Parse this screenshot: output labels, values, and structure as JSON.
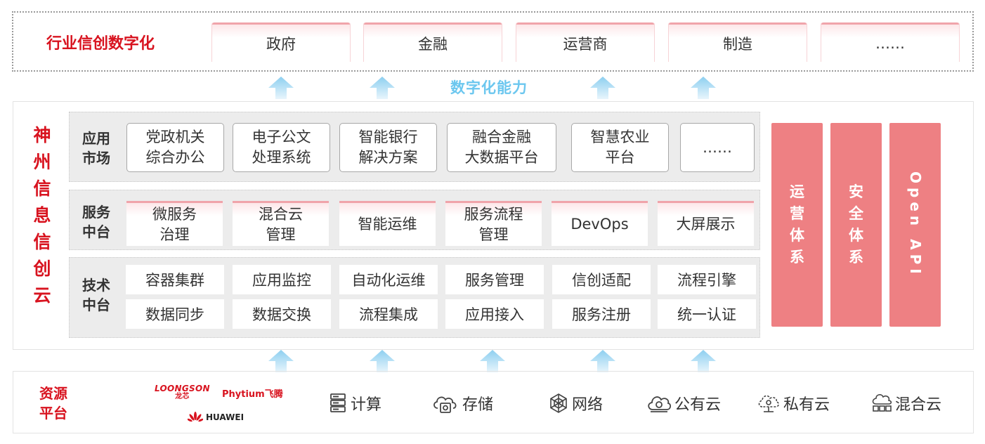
{
  "industry": {
    "title": "行业信创数字化",
    "items": [
      "政府",
      "金融",
      "运营商",
      "制造",
      "……"
    ]
  },
  "capability_label": "数字化能力",
  "platform": {
    "name": "神\n州\n信\n息\n信\n创\n云",
    "app_market": {
      "label": "应用\n市场",
      "items": [
        "党政机关\n综合办公",
        "电子公文\n处理系统",
        "智能银行\n解决方案",
        "融合金融\n大数据平台",
        "智慧农业\n平台",
        "……"
      ]
    },
    "service_middle": {
      "label": "服务\n中台",
      "items": [
        "微服务\n治理",
        "混合云\n管理",
        "智能运维",
        "服务流程\n管理",
        "DevOps",
        "大屏展示"
      ]
    },
    "tech_middle": {
      "label": "技术\n中台",
      "row1": [
        "容器集群",
        "应用监控",
        "自动化运维",
        "服务管理",
        "信创适配",
        "流程引擎"
      ],
      "row2": [
        "数据同步",
        "数据交换",
        "流程集成",
        "应用接入",
        "服务注册",
        "统一认证"
      ]
    },
    "side_systems": {
      "ops": "运\n营\n体\n系",
      "security": "安\n全\n体\n系",
      "open_api": "Open API"
    }
  },
  "resource": {
    "title": "资源\n平台",
    "brands": {
      "loongson": "LOONGSON",
      "loongson_cn": "龙芯",
      "phytium": "Phytium飞腾",
      "huawei": "HUAWEI"
    },
    "items": [
      {
        "label": "计算",
        "icon": "server-icon"
      },
      {
        "label": "存储",
        "icon": "cloud-storage-icon"
      },
      {
        "label": "网络",
        "icon": "network-icon"
      },
      {
        "label": "公有云",
        "icon": "public-cloud-icon"
      },
      {
        "label": "私有云",
        "icon": "private-cloud-icon"
      },
      {
        "label": "混合云",
        "icon": "hybrid-cloud-icon"
      }
    ]
  },
  "colors": {
    "accent_red": "#d8131f",
    "side_bar": "#ee8083",
    "capability_blue": "#6cc7ef",
    "layer_bg": "#ececec"
  }
}
